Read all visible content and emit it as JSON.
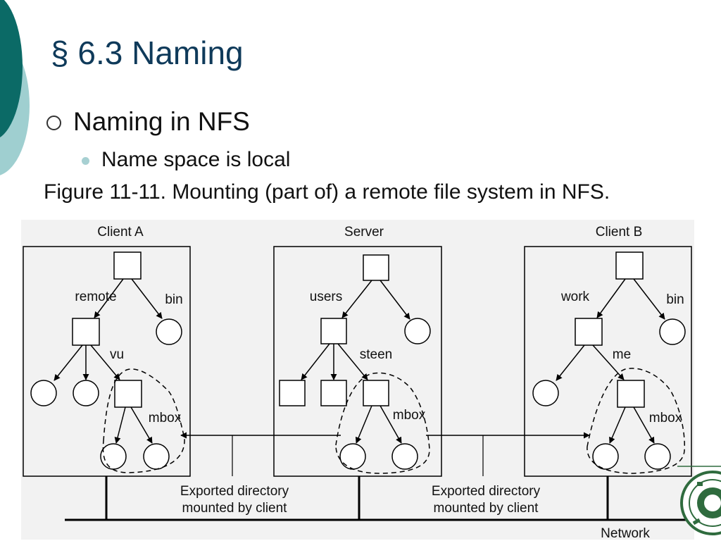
{
  "slide": {
    "section_symbol": "§",
    "title": "6.3 Naming",
    "bullet_level1": "Naming in NFS",
    "bullet_level2": "Name space is local",
    "figure_caption": "Figure 11-11. Mounting (part of) a remote file system in NFS."
  },
  "figure": {
    "machines": {
      "client_a": "Client A",
      "server": "Server",
      "client_b": "Client B"
    },
    "labels": {
      "client_a_remote": "remote",
      "client_a_bin": "bin",
      "client_a_vu": "vu",
      "client_a_mbox": "mbox",
      "server_users": "users",
      "server_steen": "steen",
      "server_mbox": "mbox",
      "client_b_work": "work",
      "client_b_bin": "bin",
      "client_b_me": "me",
      "client_b_mbox": "mbox"
    },
    "exported_label_line1": "Exported directory",
    "exported_label_line2": "mounted by client",
    "network_label": "Network"
  },
  "colors": {
    "title": "#0f3a5a",
    "accent_dark": "#0b6a66",
    "accent_light": "#9fcfd0"
  }
}
